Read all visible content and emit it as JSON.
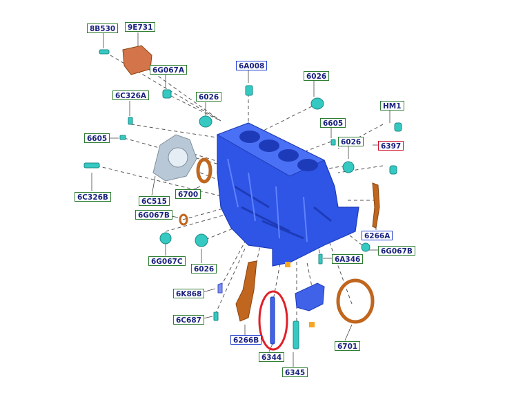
{
  "colors": {
    "block": "#2f55e6",
    "block_dark": "#1d3bb8",
    "copper": "#c0661e",
    "teal": "#35c9c2",
    "label_border_green": "#2e7d32",
    "label_border_blue": "#1f3fd0",
    "label_border_red": "#d0102a",
    "highlight_circle": "#e0202a",
    "marker_orange": "#f5a623"
  },
  "labels": {
    "p_8b530": "8B530",
    "p_9e731": "9E731",
    "p_6g067a": "6G067A",
    "p_6a008": "6A008",
    "p_6026_top": "6026",
    "p_6c326a": "6C326A",
    "p_6026_left": "6026",
    "p_hm1": "HM1",
    "p_6605_left": "6605",
    "p_6605_right": "6605",
    "p_6026_right": "6026",
    "p_6397": "6397",
    "p_6700": "6700",
    "p_6c326b": "6C326B",
    "p_6c515": "6C515",
    "p_6g067b_left": "6G067B",
    "p_6266a": "6266A",
    "p_6g067c": "6G067C",
    "p_6g067b_right": "6G067B",
    "p_6026_bottom": "6026",
    "p_6a346": "6A346",
    "p_6k868": "6K868",
    "p_6c687": "6C687",
    "p_6266b": "6266B",
    "p_6701": "6701",
    "p_6344": "6344",
    "p_6345": "6345"
  }
}
